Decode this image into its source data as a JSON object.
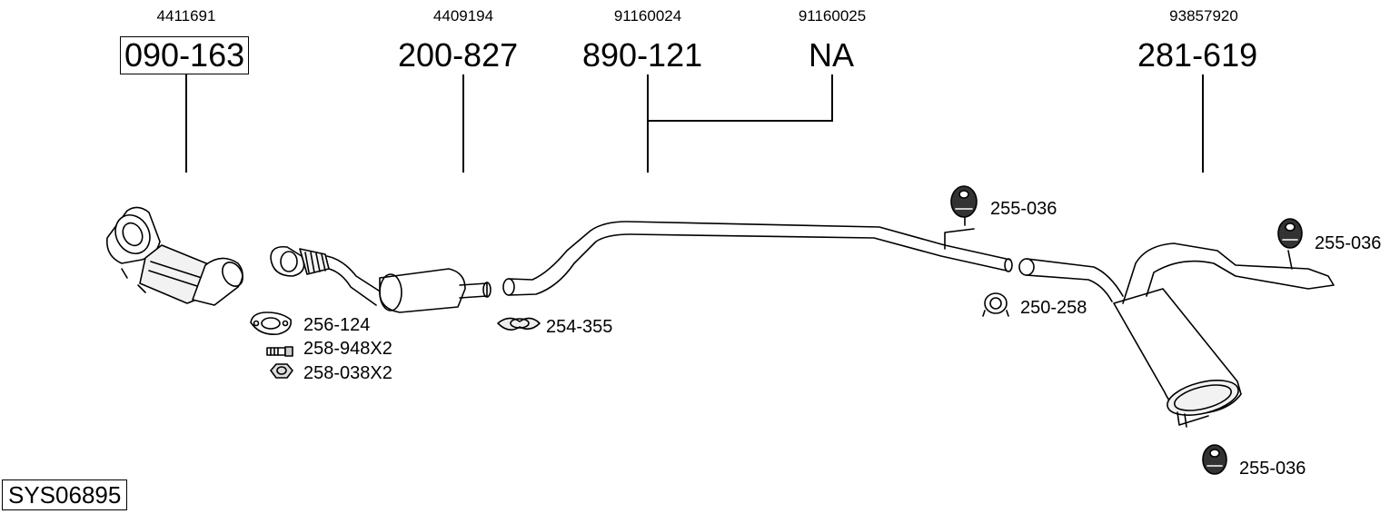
{
  "system_code": "SYS06895",
  "main_parts": [
    {
      "id": "p1",
      "oem": "4411691",
      "part": "090-163",
      "boxed": true
    },
    {
      "id": "p2",
      "oem": "4409194",
      "part": "200-827",
      "boxed": false
    },
    {
      "id": "p3",
      "oem": "91160024",
      "part": "890-121",
      "boxed": false
    },
    {
      "id": "p4",
      "oem": "91160025",
      "part": "NA",
      "boxed": false
    },
    {
      "id": "p5",
      "oem": "93857920",
      "part": "281-619",
      "boxed": false
    }
  ],
  "accessories": {
    "gasket": "256-124",
    "bolt": "258-948X2",
    "nut": "258-038X2",
    "clamp_front": "254-355",
    "hanger_mid": "255-036",
    "clamp_rear": "250-258",
    "hanger_tail": "255-036",
    "hanger_muffler": "255-036"
  }
}
